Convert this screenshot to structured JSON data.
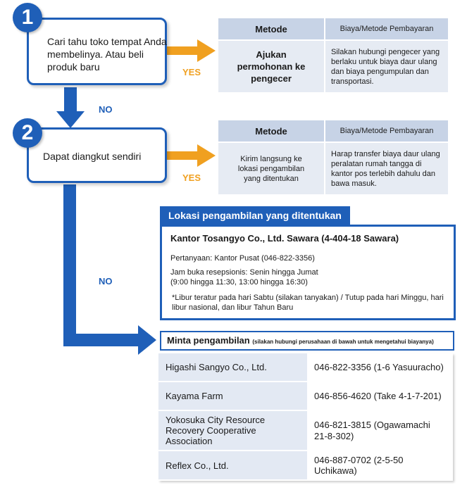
{
  "step1": {
    "number": "1",
    "text": "Cari tahu toko tempat Anda membelinya. Atau beli produk baru",
    "yes": "YES",
    "no": "NO",
    "table": {
      "header_method": "Metode",
      "header_cost": "Biaya/Metode Pembayaran",
      "method": "Ajukan permohonan ke pengecer",
      "cost": "Silakan hubungi pengecer yang berlaku untuk biaya daur ulang dan biaya pengumpulan dan transportasi."
    }
  },
  "step2": {
    "number": "2",
    "text": "Dapat diangkut sendiri",
    "yes": "YES",
    "no": "NO",
    "table": {
      "header_method": "Metode",
      "header_cost": "Biaya/Metode Pembayaran",
      "method": "Kirim langsung ke lokasi pengambilan yang ditentukan",
      "cost": "Harap transfer biaya daur ulang peralatan rumah tangga di kantor pos terlebih dahulu dan bawa masuk."
    }
  },
  "location": {
    "title": "Lokasi pengambilan yang ditentukan",
    "office": "Kantor Tosangyo Co., Ltd. Sawara (4-404-18 Sawara)",
    "inquiry": "Pertanyaan: Kantor Pusat (046-822-3356)",
    "hours_1": "Jam buka resepsionis: Senin hingga Jumat",
    "hours_2": "(9:00 hingga 11:30, 13:00 hingga 16:30)",
    "note": "*Libur teratur pada hari Sabtu (silakan tanyakan) / Tutup pada hari Minggu, hari libur nasional, dan libur Tahun Baru"
  },
  "pickup": {
    "title": "Minta pengambilan",
    "subtitle": "(silakan hubungi perusahaan di bawah untuk mengetahui biayanya)",
    "companies": [
      {
        "name": "Higashi Sangyo Co., Ltd.",
        "contact": "046-822-3356 (1-6 Yasuuracho)"
      },
      {
        "name": "Kayama Farm",
        "contact": "046-856-4620 (Take 4-1-7-201)"
      },
      {
        "name": "Yokosuka City Resource Recovery Cooperative Association",
        "contact": "046-821-3815 (Ogawamachi 21-8-302)"
      },
      {
        "name": "Reflex Co., Ltd.",
        "contact": "046-887-0702 (2-5-50 Uchikawa)"
      }
    ]
  },
  "colors": {
    "blue": "#1f5fb8",
    "orange": "#f0a020",
    "table_header": "#c7d3e6",
    "table_body": "#e6ebf3"
  }
}
